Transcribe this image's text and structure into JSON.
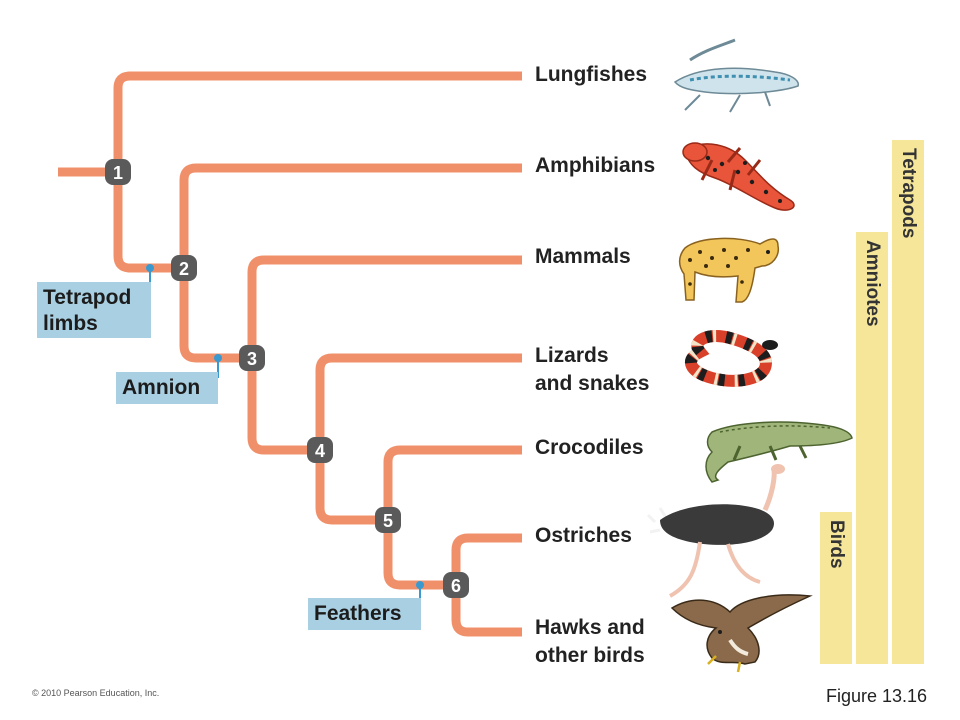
{
  "colors": {
    "branch": "#f0906a",
    "node": "#5a5a5a",
    "trait_box": "#a9cfe3",
    "trait_dot": "#3a9ad0",
    "group_bar": "#f5e69a"
  },
  "taxa": [
    {
      "id": "lungfishes",
      "label": "Lungfishes",
      "icon": "lungfish-illustration"
    },
    {
      "id": "amphibians",
      "label": "Amphibians",
      "icon": "salamander-illustration"
    },
    {
      "id": "mammals",
      "label": "Mammals",
      "icon": "bobcat-illustration"
    },
    {
      "id": "lizards-snakes",
      "label": "Lizards\nand snakes",
      "icon": "snake-illustration"
    },
    {
      "id": "crocodiles",
      "label": "Crocodiles",
      "icon": "crocodile-illustration"
    },
    {
      "id": "ostriches",
      "label": "Ostriches",
      "icon": "ostrich-illustration"
    },
    {
      "id": "hawks",
      "label": "Hawks and\nother birds",
      "icon": "hawk-illustration"
    }
  ],
  "nodes": [
    "1",
    "2",
    "3",
    "4",
    "5",
    "6"
  ],
  "traits": [
    {
      "id": "tetrapod-limbs",
      "label": "Tetrapod\nlimbs"
    },
    {
      "id": "amnion",
      "label": "Amnion"
    },
    {
      "id": "feathers",
      "label": "Feathers"
    }
  ],
  "groups": [
    {
      "id": "tetrapods",
      "label": "Tetrapods"
    },
    {
      "id": "amniotes",
      "label": "Amniotes"
    },
    {
      "id": "birds",
      "label": "Birds"
    }
  ],
  "copyright": "© 2010 Pearson Education, Inc.",
  "figure_label": "Figure 13.16"
}
